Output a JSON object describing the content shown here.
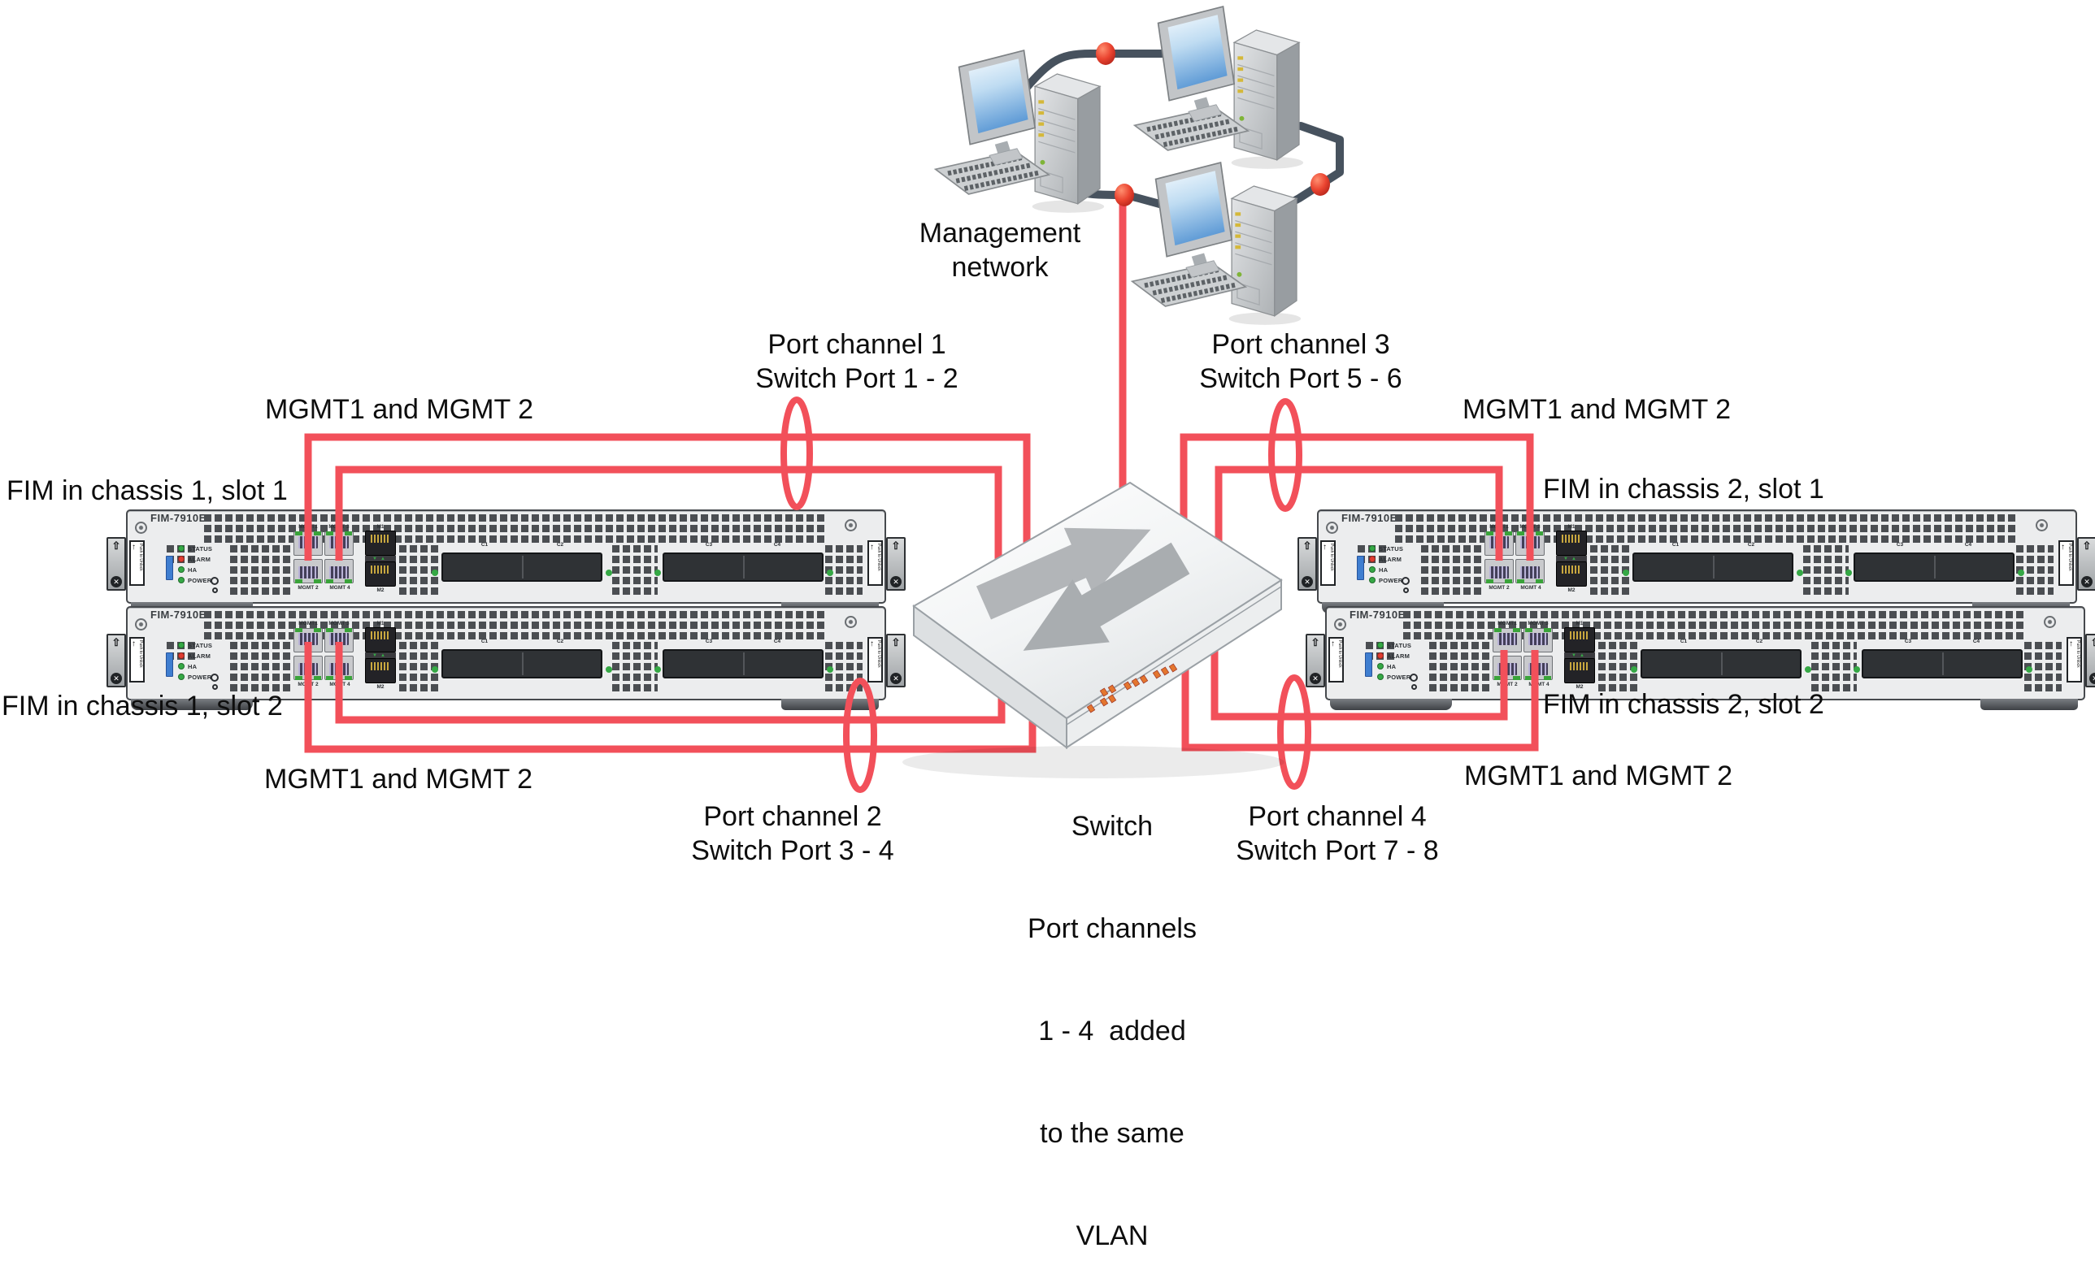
{
  "management": {
    "line1": "Management",
    "line2": "network"
  },
  "switch_caption": [
    "Switch",
    "Port channels",
    "1 - 4  added",
    "to the same",
    "VLAN"
  ],
  "mgmt_label": "MGMT1 and MGMT 2",
  "port_channels": [
    {
      "line1": "Port channel 1",
      "line2": "Switch Port 1 - 2"
    },
    {
      "line1": "Port channel 2",
      "line2": "Switch Port 3 - 4"
    },
    {
      "line1": "Port channel 3",
      "line2": "Switch Port 5 - 6"
    },
    {
      "line1": "Port channel 4",
      "line2": "Switch Port 7 - 8"
    }
  ],
  "fims": [
    {
      "caption": "FIM in chassis 1, slot 1"
    },
    {
      "caption": "FIM in chassis 1, slot 2"
    },
    {
      "caption": "FIM in chassis 2, slot 1"
    },
    {
      "caption": "FIM in chassis 2, slot 2"
    }
  ],
  "fim_panel": {
    "model": "FIM-7910E",
    "leds": [
      "STATUS",
      "ALARM",
      "HA",
      "POWER"
    ],
    "mgmt_ports_top": [
      "MGMT1",
      "MGMT 3"
    ],
    "mgmt_ports_bottom": [
      "MGMT 2",
      "MGMT 4"
    ],
    "sfp_ports": [
      "M1",
      "M2"
    ],
    "slots": [
      "C1",
      "C2",
      "C3",
      "C4"
    ],
    "handle_label": "Push to Unlock"
  },
  "colors": {
    "cable_red": "#f2505a",
    "junction_dot_red": "#e6402c",
    "network_line_dark": "#47525e",
    "led_green": "#35a845",
    "led_red": "#e03c31",
    "switch_arrow_gray": "#b2b5b8",
    "switch_port_led_orange": "#e4762e",
    "screen_blue": "#5f9bd6"
  }
}
